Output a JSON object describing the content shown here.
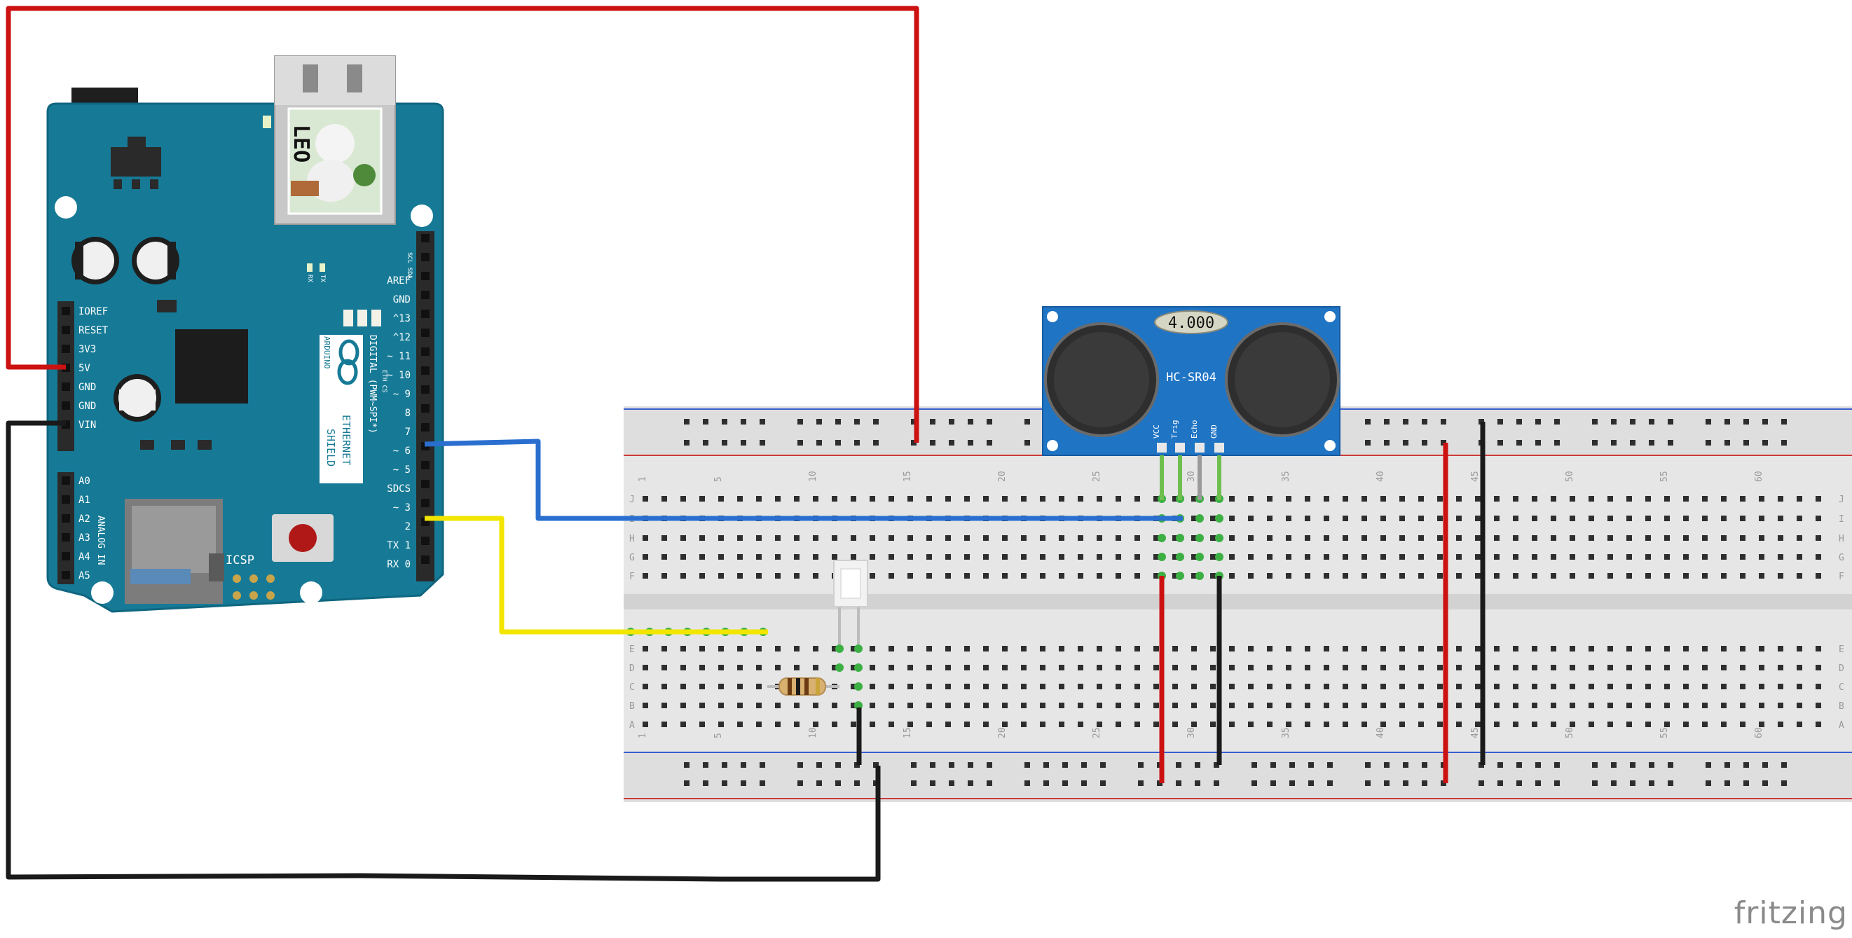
{
  "app": {
    "watermark": "fritzing"
  },
  "arduino": {
    "sticker_text": "LEO",
    "brand": "ARDUINO",
    "shield_name_line1": "ETHERNET",
    "shield_name_line2": "SHIELD",
    "digital_caption": "DIGITAL (PWM~SPI*)",
    "icsp_label": "ICSP",
    "analog_caption": "ANALOG IN",
    "scl_sda": "SCL SDA",
    "led_labels": [
      "RX",
      "TX"
    ],
    "power_pins": [
      "IOREF",
      "RESET",
      "3V3",
      "5V",
      "GND",
      "GND",
      "VIN"
    ],
    "analog_pins": [
      "A0",
      "A1",
      "A2",
      "A3",
      "A4",
      "A5"
    ],
    "digital_pins": [
      "AREF",
      "GND",
      "^13",
      "^12",
      "~ 11",
      "~ 10",
      "~ 9",
      "8",
      "7",
      "~ 6",
      "~ 5",
      "SDCS",
      "~ 3",
      "2",
      "TX 1",
      "RX 0"
    ],
    "colors": {
      "board": "#167a96",
      "board_edge": "#0f6680"
    }
  },
  "sensor": {
    "model": "HC-SR04",
    "crystal": "4.000",
    "pins": [
      "VCC",
      "Trig",
      "Echo",
      "GND"
    ],
    "colors": {
      "pcb": "#1f74c4",
      "transducer": "#3a3a3a"
    }
  },
  "breadboard": {
    "column_numbers": [
      "1",
      "5",
      "10",
      "15",
      "20",
      "25",
      "30",
      "35",
      "40",
      "45",
      "50",
      "55",
      "60"
    ],
    "row_letters_top": [
      "J",
      "I",
      "H",
      "G",
      "F"
    ],
    "row_letters_bottom": [
      "E",
      "D",
      "C",
      "B",
      "A"
    ]
  },
  "components": {
    "led_color": "white",
    "resistor": "resistor"
  },
  "wires": {
    "colors": {
      "red": "#cc1111",
      "black": "#1a1a1a",
      "blue": "#2a6fcf",
      "yellow": "#f2e600"
    }
  }
}
